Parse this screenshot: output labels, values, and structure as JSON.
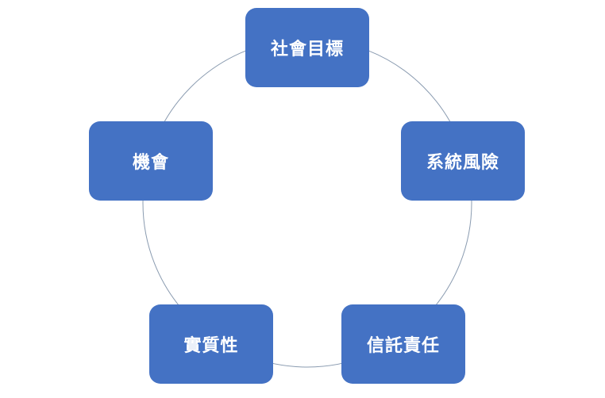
{
  "diagram": {
    "type": "cycle",
    "ring_color": "#8a9bb0",
    "node_color": "#4472c4",
    "text_color": "#ffffff",
    "nodes": [
      {
        "label": "社會目標"
      },
      {
        "label": "系統風險"
      },
      {
        "label": "信託責任"
      },
      {
        "label": "實質性"
      },
      {
        "label": "機會"
      }
    ]
  }
}
